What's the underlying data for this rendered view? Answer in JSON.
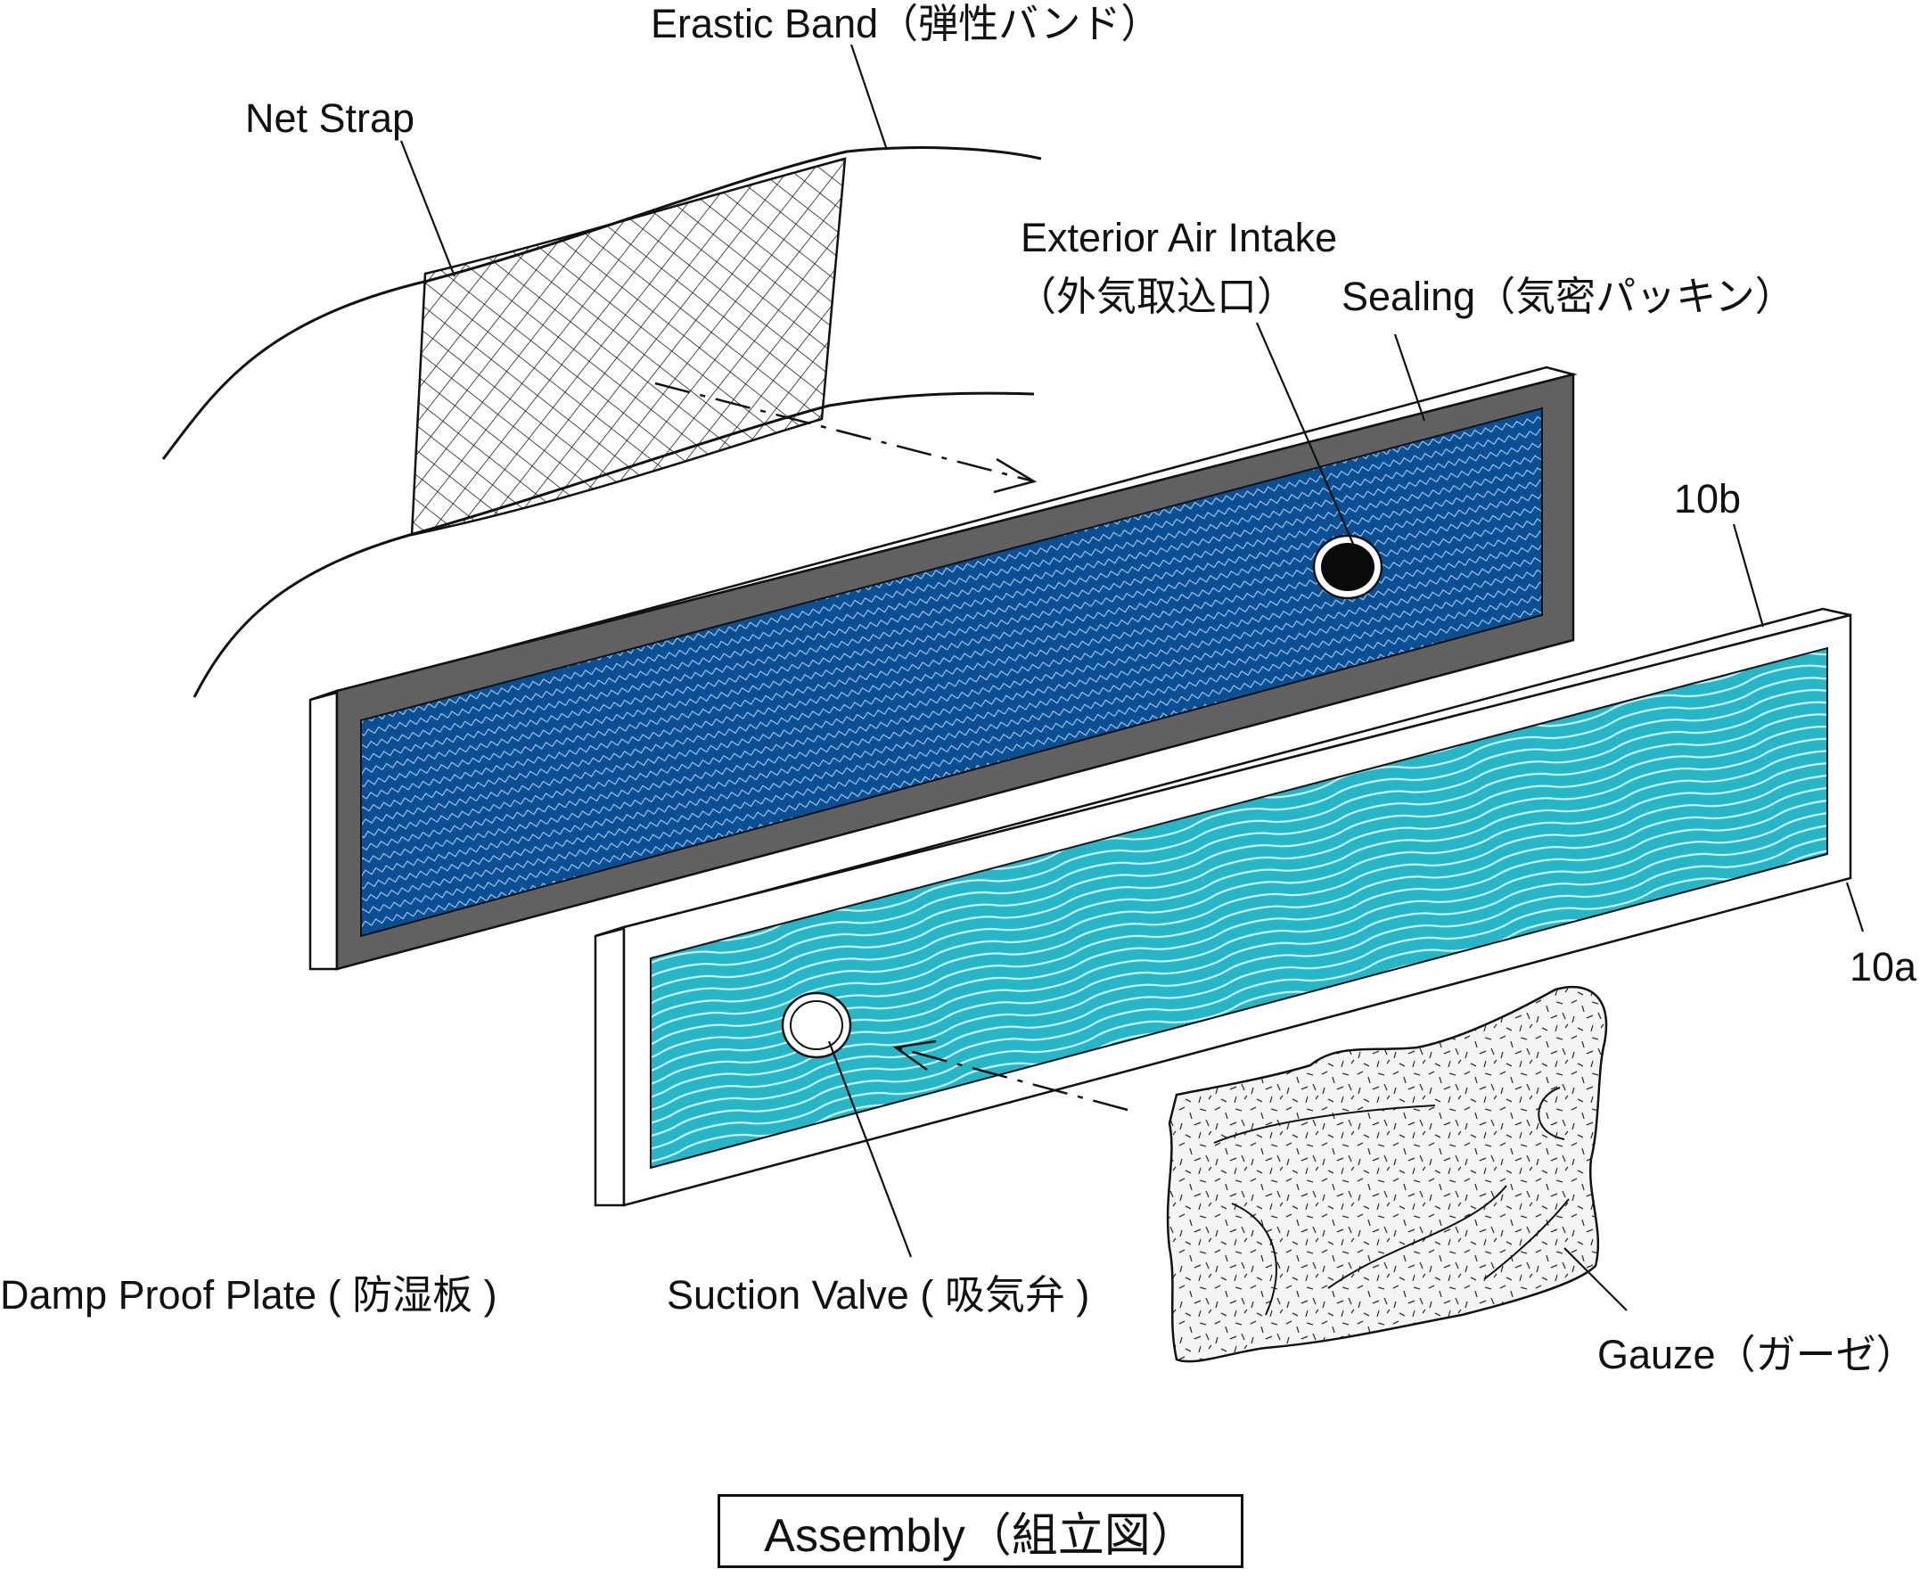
{
  "labels": {
    "elastic_band": "Erastic Band（弾性バンド）",
    "net_strap": "Net Strap",
    "exterior_air_intake_line1": "Exterior Air Intake",
    "exterior_air_intake_line2": "（外気取込口）",
    "sealing": "Sealing（気密パッキン）",
    "ref_10b": "10b",
    "ref_10a": "10a",
    "damp_proof_plate": "Damp Proof Plate ( 防湿板 )",
    "suction_valve": "Suction Valve ( 吸気弁 )",
    "gauze": "Gauze（ガーゼ）"
  },
  "caption": "Assembly（組立図）",
  "colors": {
    "plate_back_fill": "#0a4f94",
    "plate_front_fill": "#27b6c8",
    "sealing_frame": "#616161",
    "line": "#111111"
  }
}
